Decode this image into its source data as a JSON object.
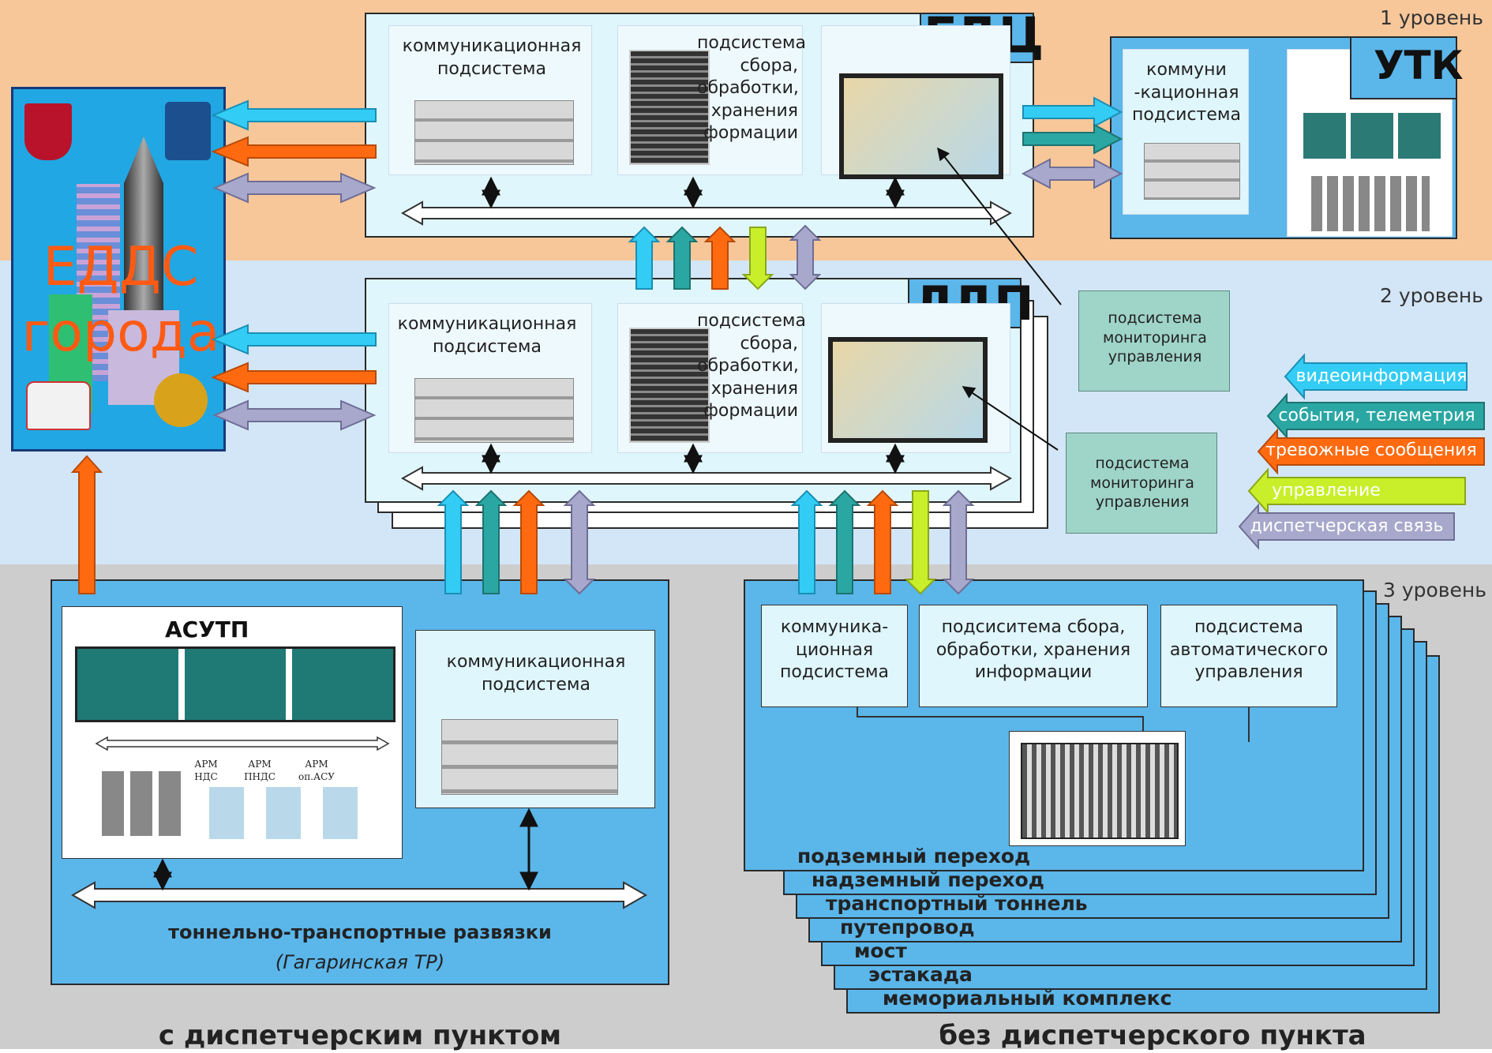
{
  "levels": {
    "level1": "1 уровень",
    "level2": "2 уровень",
    "level3": "3 уровень"
  },
  "edds": {
    "line1": "ЕДДС",
    "line2": "города"
  },
  "gdc": {
    "title": "ГДЦ",
    "comm": "коммуникационная подсистема",
    "collect": "подсистема сбора, обработки, хранения формации"
  },
  "ldp": {
    "title": "ЛДП",
    "comm": "коммуникационная подсистема",
    "collect": "подсистема сбора, обработки, хранения формации"
  },
  "utk": {
    "title": "УТК",
    "comm": "коммуни -кационная подсистема"
  },
  "monitoring": {
    "box1": "подсистема мониторинга управления",
    "box2": "подсистема мониторинга управления"
  },
  "legend": [
    {
      "label": "видеоинформация",
      "color": "#33ccf5"
    },
    {
      "label": "события, телеметрия",
      "color": "#2aa7a3"
    },
    {
      "label": "тревожные сообщения",
      "color": "#ff6a10"
    },
    {
      "label": "управление",
      "color": "#c8ef2a"
    },
    {
      "label": "диспетчерская связь",
      "color": "#a8a8cc"
    }
  ],
  "left3": {
    "asutp_title": "АСУТП",
    "arm1": "АРМ НДС",
    "arm2": "АРМ ПНДС",
    "arm3": "АРМ оп.АСУ",
    "comm": "коммуникационная подсистема",
    "caption": "тоннельно-транспортные развязки",
    "caption2": "(Гагаринская ТР)",
    "bottom": "с диспетчерским пунктом"
  },
  "right3": {
    "comm": "коммуника- ционная подсистема",
    "collect": "подсиситема сбора, обработки, хранения информации",
    "auto": "подсистема автоматического управления",
    "stack": [
      "подземный переход",
      "надземный переход",
      "транспортный тоннель",
      "путепровод",
      "мост",
      "эстакада",
      "мемориальный комплекс"
    ],
    "bottom": "без диспетчерского пункта"
  }
}
